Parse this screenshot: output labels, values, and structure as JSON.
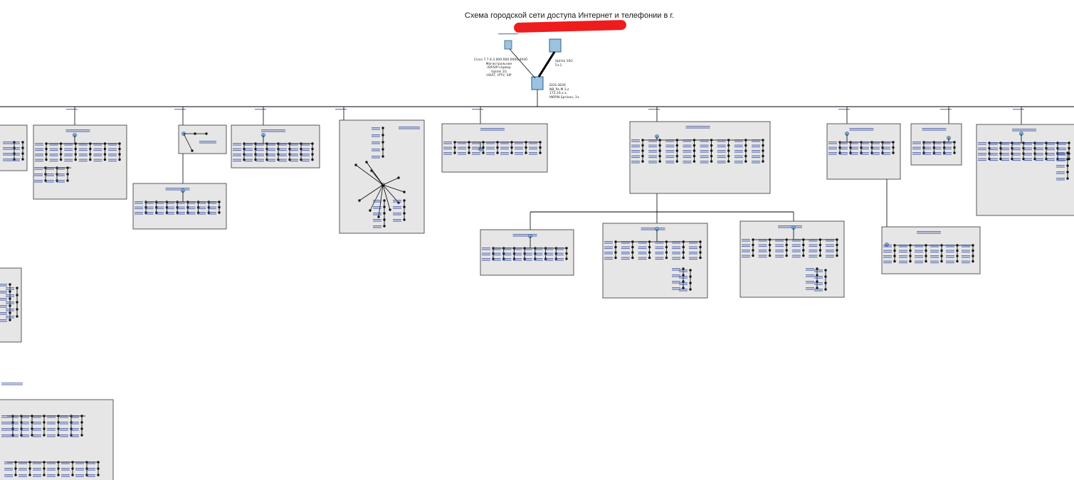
{
  "diagram": {
    "title": "Схема городской сети доступа Интернет и телефонии в г.",
    "core_switch": {
      "icon": "switch-icon",
      "label_lines": [
        "DGS-3626",
        "NB_Pe.M.3.z",
        "172.16.x.x",
        "M6P/N.Sprinan, 3+"
      ]
    },
    "left_server": {
      "icon": "server-icon",
      "label_lines": [
        "Cisco 7.7.4.3.000.000.0000.4040",
        "Магистральное",
        "ISP/SIP-сервер",
        "Uplink 1G",
        "НОАТ, IPTV, SIP"
      ]
    },
    "uplink_router": {
      "icon": "router-icon",
      "label_lines": [
        "Uplink 10G",
        "5+1"
      ]
    },
    "colors": {
      "line": "#000000",
      "box_fill": "#e6e6e6",
      "box_border": "#333333",
      "node": "#7fb0d6",
      "dot_text": "#3a4fa0",
      "redaction": "#ee1c1c"
    }
  }
}
